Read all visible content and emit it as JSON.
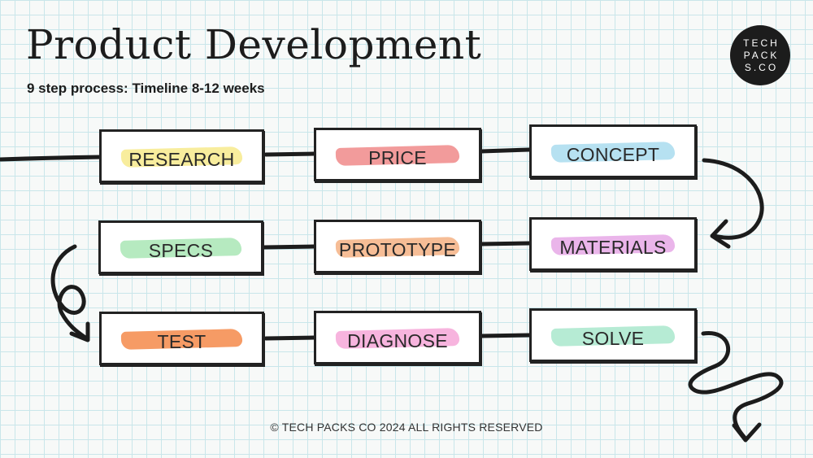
{
  "title": "Product Development",
  "subtitle": "9 step process: Timeline 8-12 weeks",
  "logo": {
    "lines": [
      "TECH",
      "PACK",
      "S.CO"
    ]
  },
  "steps": [
    {
      "label": "RESEARCH",
      "highlight": "#f7ea8c"
    },
    {
      "label": "PRICE",
      "highlight": "#f08a8a"
    },
    {
      "label": "CONCEPT",
      "highlight": "#a9dcef"
    },
    {
      "label": "SPECS",
      "highlight": "#a9e6b5"
    },
    {
      "label": "PROTOTYPE",
      "highlight": "#f5b184"
    },
    {
      "label": "MATERIALS",
      "highlight": "#e6a8e6"
    },
    {
      "label": "TEST",
      "highlight": "#f48a4a"
    },
    {
      "label": "DIAGNOSE",
      "highlight": "#f6a7d8"
    },
    {
      "label": "SOLVE",
      "highlight": "#a9e8cc"
    }
  ],
  "footer": "© TECH PACKS CO 2024   ALL RIGHTS RESERVED"
}
